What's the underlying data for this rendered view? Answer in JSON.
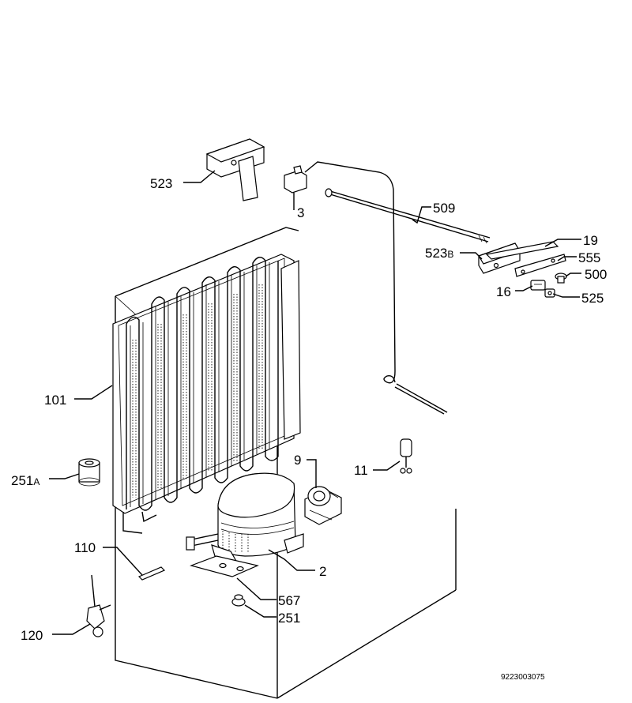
{
  "drawing_ref": "9223003075",
  "callouts": {
    "c523": {
      "num": "523"
    },
    "c3": {
      "num": "3"
    },
    "c509": {
      "num": "509"
    },
    "c523b": {
      "num": "523",
      "suffix": "B"
    },
    "c19": {
      "num": "19"
    },
    "c555": {
      "num": "555"
    },
    "c500": {
      "num": "500"
    },
    "c16": {
      "num": "16"
    },
    "c525": {
      "num": "525"
    },
    "c101": {
      "num": "101"
    },
    "c251a": {
      "num": "251",
      "suffix": "A"
    },
    "c9": {
      "num": "9"
    },
    "c11": {
      "num": "11"
    },
    "c110": {
      "num": "110"
    },
    "c2": {
      "num": "2"
    },
    "c567": {
      "num": "567"
    },
    "c251": {
      "num": "251"
    },
    "c120": {
      "num": "120"
    }
  }
}
